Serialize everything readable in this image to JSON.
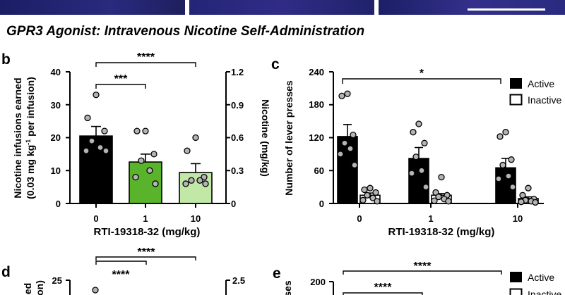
{
  "section_title": "GPR3 Agonist: Intravenous Nicotine Self-Administration",
  "panel_letters": {
    "b": "b",
    "c": "c",
    "d": "d",
    "e": "e"
  },
  "colors": {
    "dose_0": "#000000",
    "dose_1": "#59b32b",
    "dose_10": "#c2e8a8",
    "dot": "#b4b4b4",
    "inactive": "#ffffff",
    "image_strip": "#28297a"
  },
  "chart_data": [
    {
      "panel": "b",
      "type": "bar",
      "categories": [
        "0",
        "1",
        "10"
      ],
      "values": [
        20.5,
        12.6,
        9.4
      ],
      "sem": [
        2.9,
        2.4,
        2.7
      ],
      "points": [
        [
          33,
          26,
          22,
          19,
          17,
          16,
          16
        ],
        [
          22,
          22,
          15,
          13,
          10,
          8,
          6
        ],
        [
          20,
          16,
          8,
          7,
          7,
          6,
          6
        ]
      ],
      "xlabel": "RTI-19318-32 (mg/kg)",
      "ylabel_lines": [
        "Nicotine infusions earned",
        "(0.03 mg kg",
        "-1",
        " per infusion)"
      ],
      "ylim": [
        0,
        40
      ],
      "yticks": [
        "0",
        "10",
        "20",
        "30",
        "40"
      ],
      "y2label": "Nicotine (mg/kg)",
      "y2lim": [
        0,
        1.2
      ],
      "y2ticks": [
        "0",
        "0.3",
        "0.6",
        "0.9",
        "1.2"
      ],
      "significance": [
        {
          "from": "0",
          "to": "1",
          "label": "***"
        },
        {
          "from": "0",
          "to": "10",
          "label": "****"
        }
      ]
    },
    {
      "panel": "c",
      "type": "bar",
      "categories": [
        "0",
        "1",
        "10"
      ],
      "series": [
        {
          "name": "Active",
          "values": [
            122,
            82,
            65
          ],
          "sem": [
            22,
            20,
            17
          ]
        },
        {
          "name": "Inactive",
          "values": [
            15,
            15,
            9
          ],
          "sem": [
            4,
            3,
            3
          ]
        }
      ],
      "points": {
        "Active": [
          [
            200,
            196,
            125,
            110,
            100,
            90,
            70
          ],
          [
            145,
            130,
            110,
            85,
            60,
            55,
            30
          ],
          [
            130,
            122,
            80,
            70,
            50,
            45,
            30
          ]
        ],
        "Inactive": [
          [
            28,
            25,
            20,
            15,
            10,
            6,
            4
          ],
          [
            48,
            20,
            15,
            12,
            8,
            5,
            4
          ],
          [
            28,
            15,
            8,
            6,
            4,
            3,
            2
          ]
        ]
      },
      "xlabel": "RTI-19318-32 (mg/kg)",
      "ylabel": "Number of lever presses",
      "ylim": [
        0,
        240
      ],
      "yticks": [
        "0",
        "60",
        "120",
        "180",
        "240"
      ],
      "legend": "top-right",
      "significance": [
        {
          "from": "0",
          "to": "10",
          "label": "*"
        }
      ]
    },
    {
      "panel": "d",
      "type": "bar",
      "yticks_visible": [
        "25"
      ],
      "ylabel_partial": "ed",
      "ylabel_partial_2": "on)",
      "y2ticks_visible": [
        "2.5"
      ],
      "significance": [
        {
          "from": "0",
          "to": "1",
          "label": "****"
        },
        {
          "from": "0",
          "to": "10",
          "label": "****"
        }
      ],
      "point_visible": [
        25
      ]
    },
    {
      "panel": "e",
      "type": "bar",
      "yticks_visible": [
        "200"
      ],
      "ylabel_partial": "ses",
      "legend": [
        "Active",
        "Inactive"
      ],
      "significance": [
        {
          "from": "0",
          "to": "1",
          "label": "****"
        },
        {
          "from": "0",
          "to": "10",
          "label": "****"
        }
      ]
    }
  ]
}
